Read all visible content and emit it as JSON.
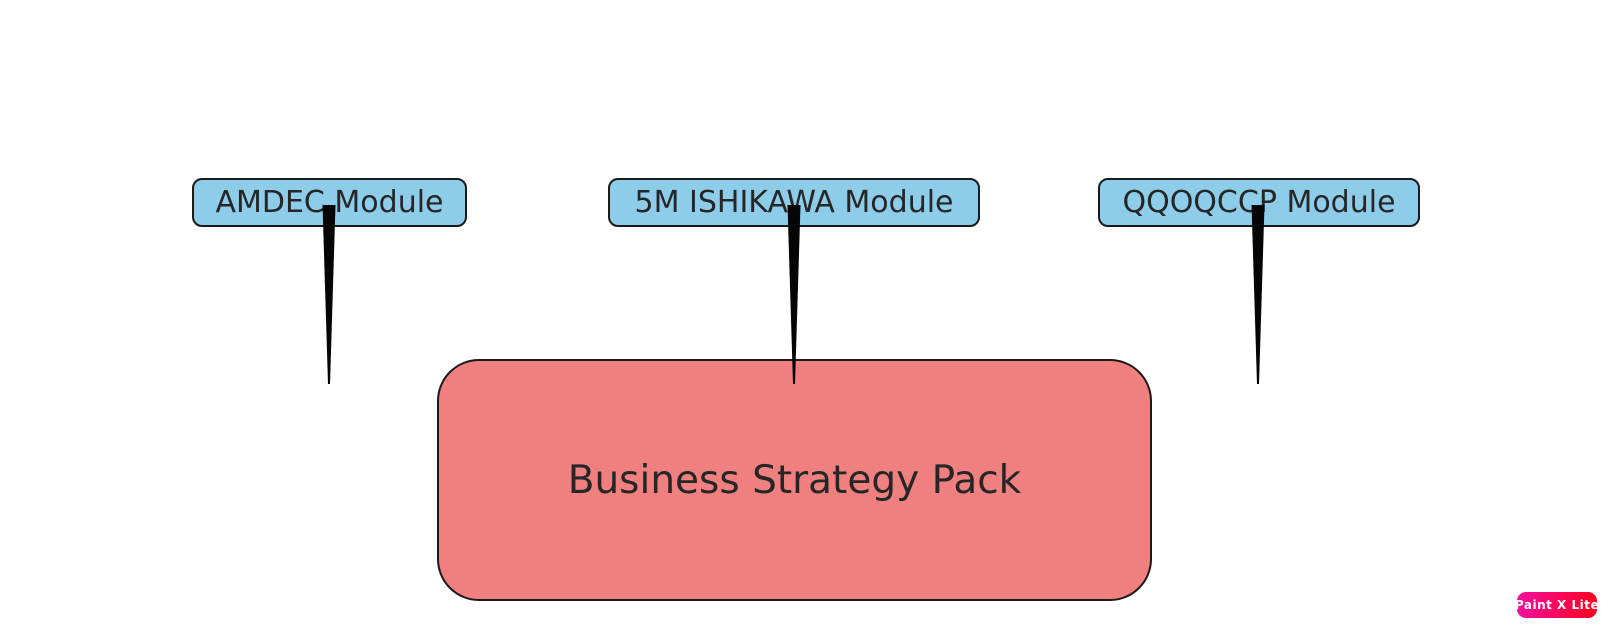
{
  "diagram": {
    "modules": [
      {
        "id": "amdec",
        "label": "AMDEC Module"
      },
      {
        "id": "ishikawa",
        "label": "5M ISHIKAWA Module"
      },
      {
        "id": "qqoqccp",
        "label": "QQOQCCP Module"
      }
    ],
    "pack": {
      "label": "Business Strategy Pack"
    },
    "colors": {
      "module_fill": "#8dcde9",
      "pack_fill": "#f08080",
      "border": "#1a1a1a",
      "text": "#262626",
      "edge": "#050505"
    }
  },
  "watermark": {
    "label": "Paint X Lite",
    "gradient_start": "#f2109e",
    "gradient_end": "#ff001e"
  }
}
